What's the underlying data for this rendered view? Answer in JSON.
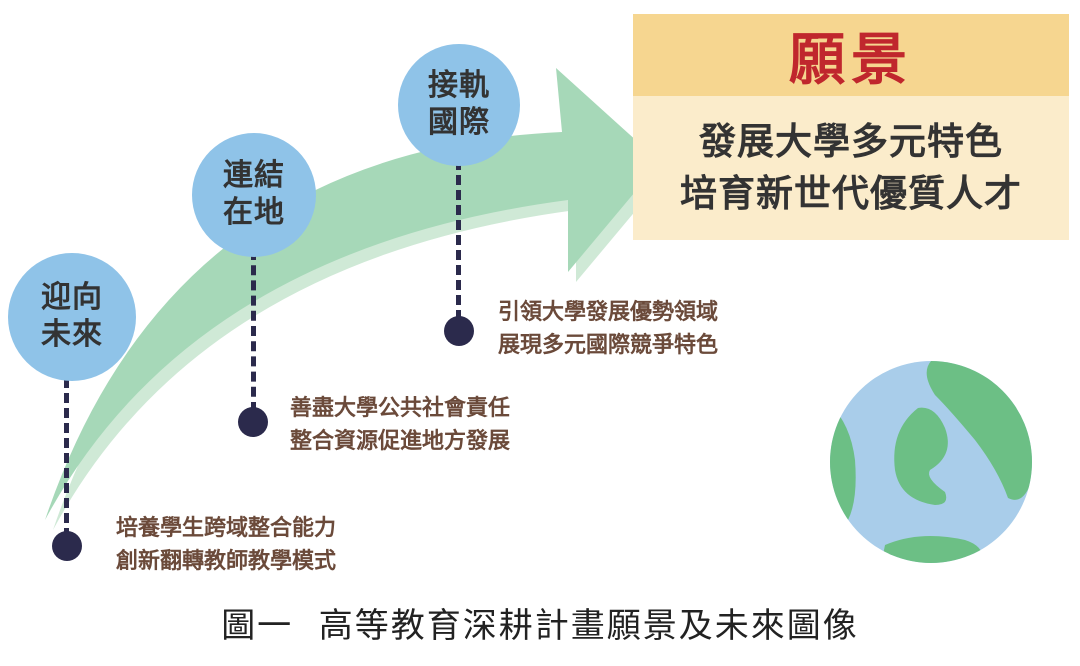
{
  "vision": {
    "title": "願景",
    "lines": [
      "發展大學多元特色",
      "培育新世代優質人才"
    ]
  },
  "stages": [
    {
      "label_lines": [
        "迎向",
        "未來"
      ],
      "description_lines": [
        "培養學生跨域整合能力",
        "創新翻轉教師教學模式"
      ]
    },
    {
      "label_lines": [
        "連結",
        "在地"
      ],
      "description_lines": [
        "善盡大學公共社會責任",
        "整合資源促進地方發展"
      ]
    },
    {
      "label_lines": [
        "接軌",
        "國際"
      ],
      "description_lines": [
        "引領大學發展優勢領域",
        "展現多元國際競爭特色"
      ]
    }
  ],
  "caption": "圖一  高等教育深耕計畫願景及未來圖像",
  "colors": {
    "arrow_fill": "#a6d8b8",
    "arrow_shadow": "#cfe9d6",
    "circle_fill": "#8fc3e8",
    "dot_and_line": "#2b2a4c",
    "vision_header_bg": "#f6d690",
    "vision_body_bg": "#fbeccb",
    "vision_title": "#c0272d",
    "description_text": "#6b4a3a",
    "globe_ocean": "#a9cdea",
    "globe_land": "#6cbf85"
  },
  "icons": [
    "growth-arrow-icon",
    "globe-icon"
  ]
}
